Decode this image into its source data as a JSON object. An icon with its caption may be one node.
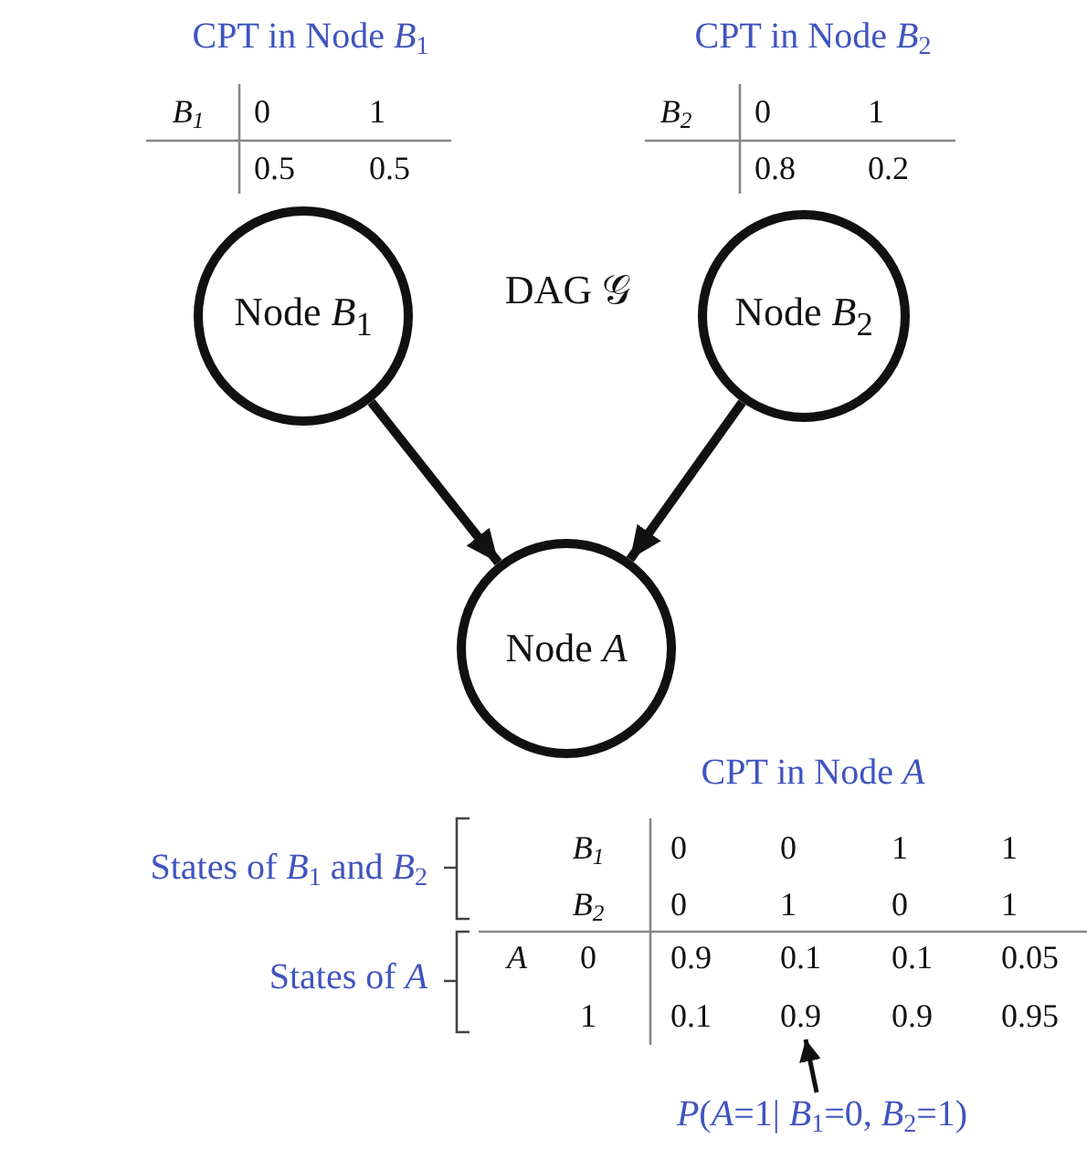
{
  "diagram": {
    "nodes": [
      {
        "text": [
          "Node *B*$_{1}$"
        ]
      },
      {
        "text": [
          "Node *B*$_{2}$"
        ]
      },
      {
        "text": [
          "Node *A*"
        ]
      },
      {
        "text": [
          "*P*(*A*=1| *B*$_{1}$=0, *B*$_{2}$=1)"
        ]
      },
      {
        "text": [
          "0.9"
        ]
      }
    ],
    "edges": [
      {
        "from": 0,
        "to": 2,
        "arrow": "to"
      },
      {
        "from": 1,
        "to": 2,
        "arrow": "to"
      },
      {
        "from": 3,
        "to": 4,
        "arrow": "to"
      }
    ],
    "labels": [
      "CPT in Node *B*$_{1}$",
      "CPT in Node *B*$_{2}$",
      "B$_{1}$",
      "0",
      "1",
      "0.5",
      "0.5",
      "B$_{2}$",
      "0",
      "1",
      "0.8",
      "0.2",
      "DAG 𝒢",
      "CPT in Node *A*",
      "States of *B*$_{1}$ and *B*$_{2}$",
      "B$_{1}$",
      "0",
      "0",
      "1",
      "1",
      "B$_{2}$",
      "0",
      "1",
      "0",
      "1",
      "States of *A*",
      "A",
      "0",
      "0.9",
      "0.1",
      "0.1",
      "0.05",
      "1",
      "0.1",
      "0.9",
      "0.95"
    ]
  }
}
